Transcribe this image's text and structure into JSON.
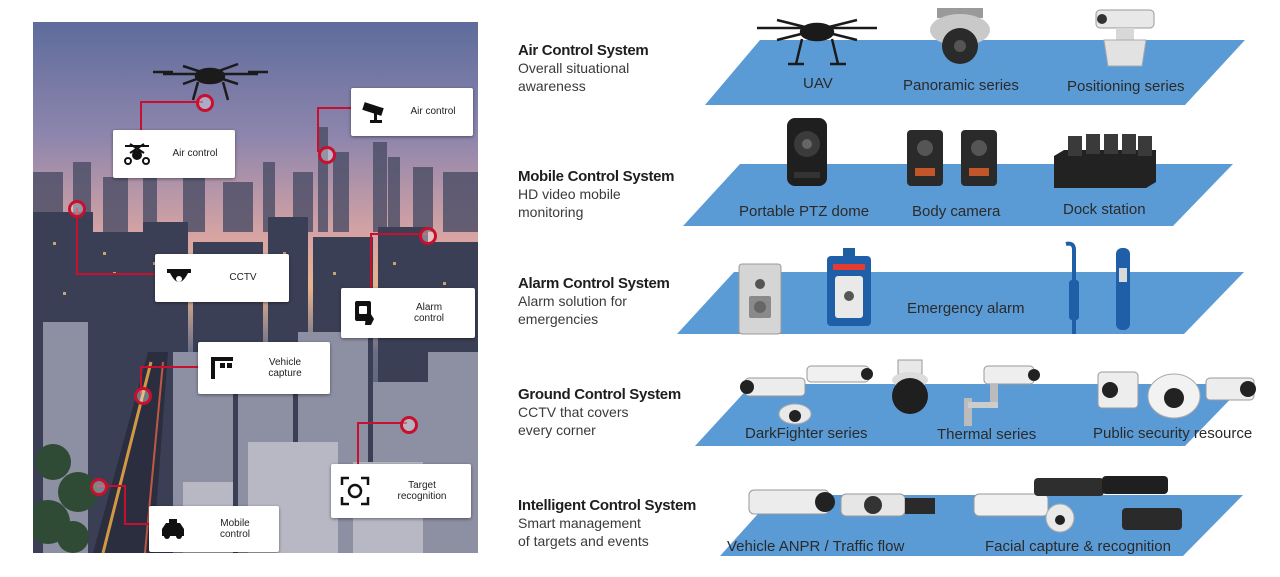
{
  "colors": {
    "plane": "#5b9bd5",
    "accent_red": "#c8102e"
  },
  "city_panel": {
    "callouts": [
      {
        "id": "air1",
        "label": "Air control",
        "icon": "drone-icon"
      },
      {
        "id": "air2",
        "label": "Air control",
        "icon": "camera-icon"
      },
      {
        "id": "cctv",
        "label": "CCTV",
        "icon": "dome-camera-icon"
      },
      {
        "id": "alarm",
        "label": "Alarm\ncontrol",
        "icon": "alarm-button-icon"
      },
      {
        "id": "vehicle",
        "label": "Vehicle\ncapture",
        "icon": "vehicle-capture-icon"
      },
      {
        "id": "target",
        "label": "Target\nrecognition",
        "icon": "target-recognition-icon"
      },
      {
        "id": "mobile",
        "label": "Mobile\ncontrol",
        "icon": "car-icon"
      }
    ]
  },
  "tiers": [
    {
      "title": "Air Control System",
      "subtitle": "Overall situational\nawareness",
      "labels": [
        "UAV",
        "Panoramic series",
        "Positioning series"
      ]
    },
    {
      "title": "Mobile Control System",
      "subtitle": "HD video mobile\nmonitoring",
      "labels": [
        "Portable PTZ dome",
        "Body camera",
        "Dock station"
      ]
    },
    {
      "title": "Alarm Control System",
      "subtitle": "Alarm solution for\nemergencies",
      "labels": [
        "Emergency alarm"
      ]
    },
    {
      "title": "Ground Control System",
      "subtitle": "CCTV that covers\nevery corner",
      "labels": [
        "DarkFighter series",
        "Thermal series",
        "Public security resource"
      ]
    },
    {
      "title": "Intelligent Control System",
      "subtitle": "Smart management\nof targets and events",
      "labels": [
        "Vehicle ANPR / Traffic flow",
        "Facial capture & recognition"
      ]
    }
  ]
}
